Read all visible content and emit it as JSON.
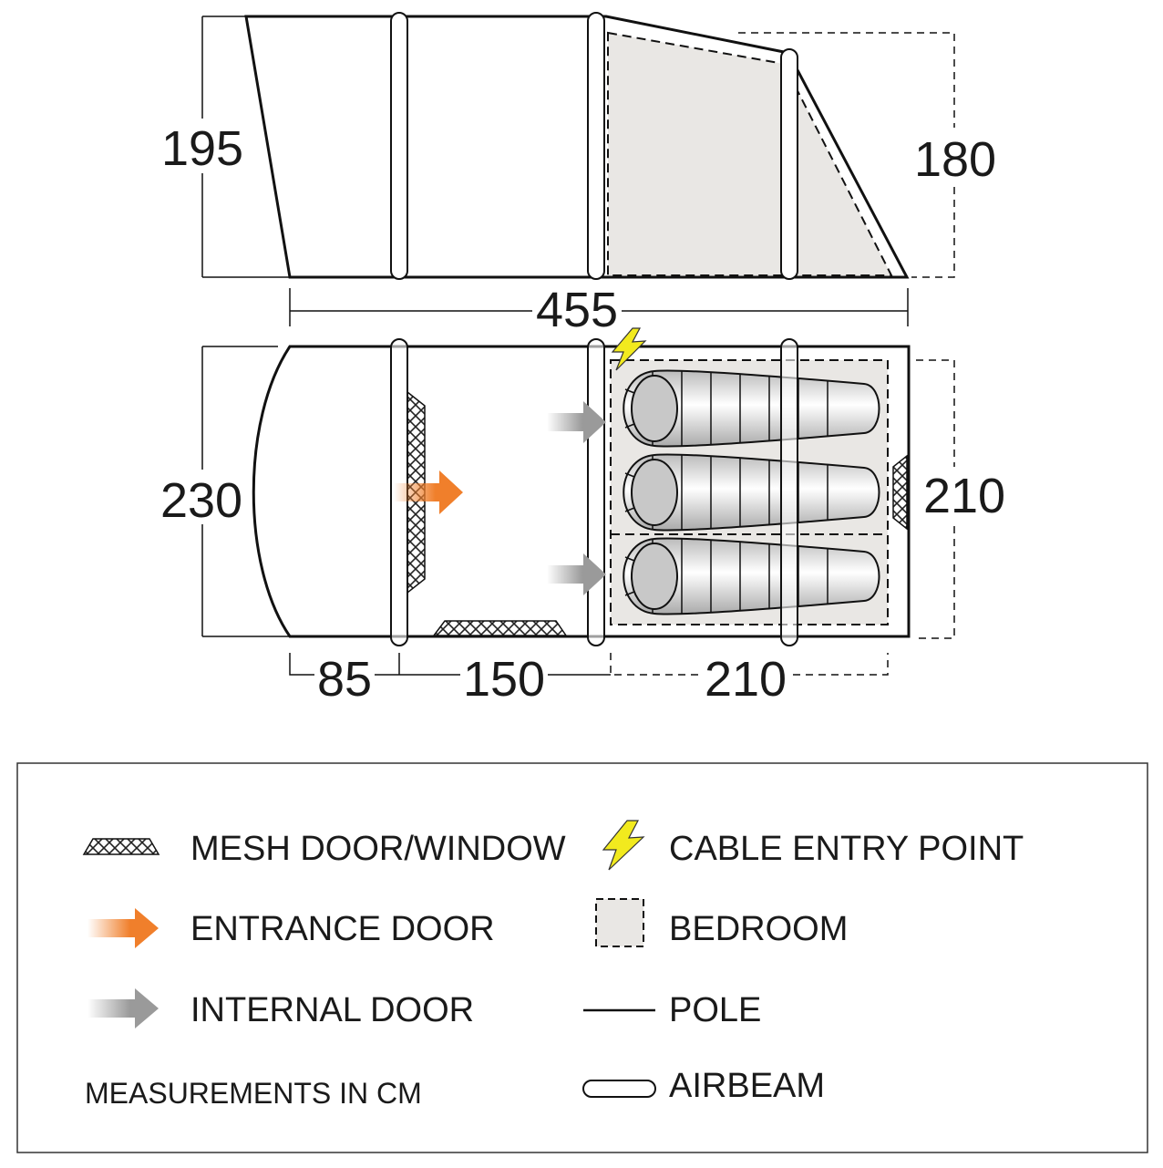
{
  "side_view": {
    "height_front": "195",
    "height_rear": "180",
    "total_length": "455"
  },
  "floor_plan": {
    "width_front": "230",
    "width_bedroom": "210",
    "length_porch": "85",
    "length_living": "150",
    "length_bedroom": "210",
    "sleeping_bags": 3
  },
  "legend": {
    "mesh": "MESH DOOR/WINDOW",
    "entrance": "ENTRANCE DOOR",
    "internal": "INTERNAL DOOR",
    "units": "MEASUREMENTS IN CM",
    "cable": "CABLE ENTRY POINT",
    "bedroom": "BEDROOM",
    "pole": "POLE",
    "airbeam": "AIRBEAM"
  },
  "colors": {
    "bedroom_fill": "#e9e7e4",
    "entrance_arrow": "#f07f2b",
    "internal_arrow": "#9a9a9a",
    "cable_bolt": "#f2ea1e"
  }
}
